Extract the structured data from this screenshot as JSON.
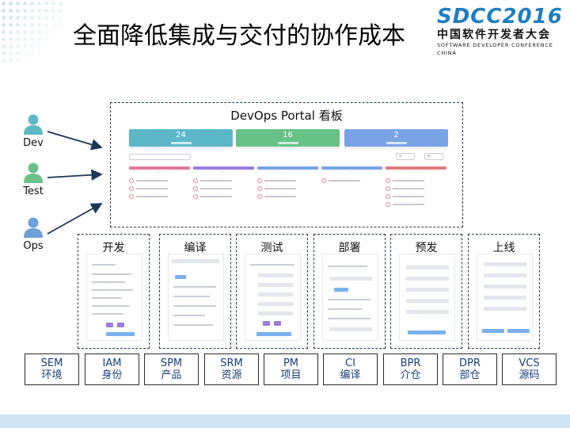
{
  "slide": {
    "title": "全面降低集成与交付的协作成本"
  },
  "logo": {
    "main": "SDCC2016",
    "cn": "中国软件开发者大会",
    "en": "SOFTWARE DEVELOPER CONFERENCE CHINA"
  },
  "personas": [
    {
      "label": "Dev",
      "color": "#5fb9c4"
    },
    {
      "label": "Test",
      "color": "#6ec08a"
    },
    {
      "label": "Ops",
      "color": "#6f9fd8"
    }
  ],
  "portal": {
    "title": "DevOps Portal 看板",
    "stats": [
      {
        "value": "24",
        "color": "#5cb8c9"
      },
      {
        "value": "16",
        "color": "#66c287"
      },
      {
        "value": "2",
        "color": "#7aa3e5"
      }
    ],
    "stage_colors": [
      "#e07b9b",
      "#9a7be0",
      "#7aa3e5",
      "#7aa3e5",
      "#e07b7b"
    ]
  },
  "phases": [
    {
      "label": "开发"
    },
    {
      "label": "编译"
    },
    {
      "label": "测试"
    },
    {
      "label": "部署"
    },
    {
      "label": "预发"
    },
    {
      "label": "上线"
    }
  ],
  "tools": [
    {
      "code": "SEM",
      "name": "环境"
    },
    {
      "code": "IAM",
      "name": "身份"
    },
    {
      "code": "SPM",
      "name": "产品"
    },
    {
      "code": "SRM",
      "name": "资源"
    },
    {
      "code": "PM",
      "name": "项目"
    },
    {
      "code": "CI",
      "name": "编译"
    },
    {
      "code": "BPR",
      "name": "介仓"
    },
    {
      "code": "DPR",
      "name": "部仓"
    },
    {
      "code": "VCS",
      "name": "源码"
    }
  ]
}
